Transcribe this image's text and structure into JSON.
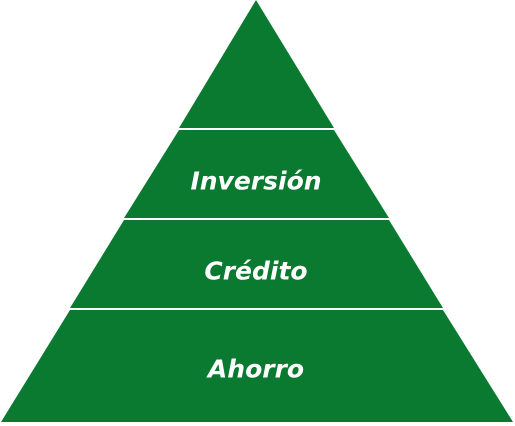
{
  "diagram": {
    "type": "pyramid",
    "fill_color": "#0b7a31",
    "separator_color": "#ffffff",
    "tiers_top_to_bottom": [
      {
        "label": ""
      },
      {
        "label": "Inversión"
      },
      {
        "label": "Crédito"
      },
      {
        "label": "Ahorro"
      }
    ]
  }
}
